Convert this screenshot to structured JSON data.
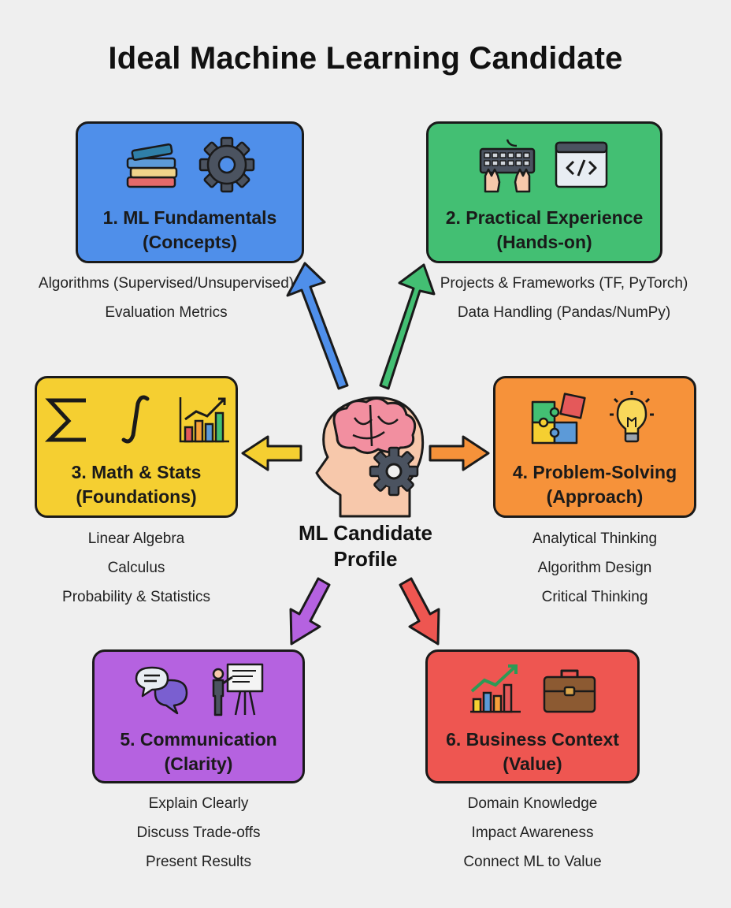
{
  "title": "Ideal Machine Learning Candidate",
  "center": {
    "line1": "ML Candidate",
    "line2": "Profile",
    "icons": [
      "brain-head-icon",
      "gear-icon"
    ]
  },
  "colors": {
    "blue": "#4f8fea",
    "green": "#43bf73",
    "yellow": "#f5cf31",
    "orange": "#f6923a",
    "purple": "#b562e0",
    "red": "#ee5651",
    "outline": "#1a1a1a"
  },
  "nodes": [
    {
      "id": "n1",
      "line1": "1. ML Fundamentals",
      "line2": "(Concepts)",
      "icons": [
        "books-icon",
        "gear-icon"
      ],
      "items": [
        "Algorithms (Supervised/Unsupervised)",
        "Evaluation Metrics"
      ]
    },
    {
      "id": "n2",
      "line1": "2. Practical Experience",
      "line2": "(Hands-on)",
      "icons": [
        "keyboard-hands-icon",
        "code-window-icon"
      ],
      "items": [
        "Projects & Frameworks (TF, PyTorch)",
        "Data Handling (Pandas/NumPy)"
      ]
    },
    {
      "id": "n3",
      "line1": "3. Math & Stats",
      "line2": "(Foundations)",
      "icons": [
        "sigma-icon",
        "integral-icon",
        "bar-chart-icon"
      ],
      "items": [
        "Linear Algebra",
        "Calculus",
        "Probability & Statistics"
      ]
    },
    {
      "id": "n4",
      "line1": "4. Problem-Solving",
      "line2": "(Approach)",
      "icons": [
        "puzzle-icon",
        "lightbulb-icon"
      ],
      "items": [
        "Analytical Thinking",
        "Algorithm Design",
        "Critical Thinking"
      ]
    },
    {
      "id": "n5",
      "line1": "5. Communication",
      "line2": "(Clarity)",
      "icons": [
        "speech-bubbles-icon",
        "presenter-icon"
      ],
      "items": [
        "Explain Clearly",
        "Discuss Trade-offs",
        "Present Results"
      ]
    },
    {
      "id": "n6",
      "line1": "6. Business Context",
      "line2": "(Value)",
      "icons": [
        "growth-chart-icon",
        "briefcase-icon"
      ],
      "items": [
        "Domain Knowledge",
        "Impact Awareness",
        "Connect ML to Value"
      ]
    }
  ]
}
